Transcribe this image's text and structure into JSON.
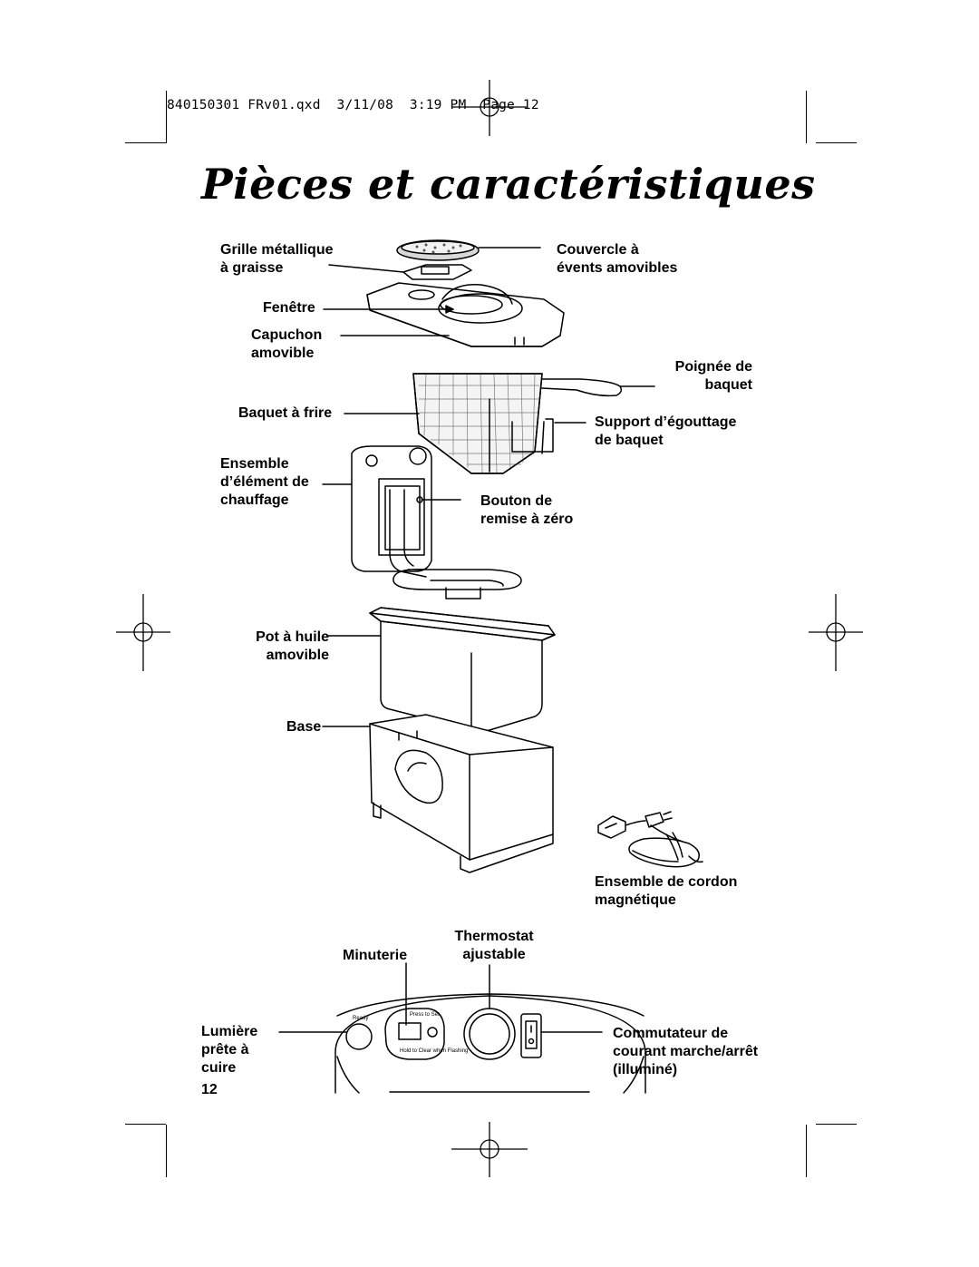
{
  "header": {
    "slug": "840150301 FRv01.qxd  3/11/08  3:19 PM  Page 12"
  },
  "title": "Pièces et caractéristiques",
  "labels": {
    "grille": "Grille métallique\nà graisse",
    "couvercle": "Couvercle à\névents amovibles",
    "fenetre": "Fenêtre",
    "capuchon": "Capuchon\namovible",
    "poignee": "Poignée de\nbaquet",
    "baquet": "Baquet à frire",
    "support": "Support d’égouttage\nde baquet",
    "ensemble": "Ensemble\nd’élément de\nchauffage",
    "bouton": "Bouton de\nremise à zéro",
    "pot": "Pot à huile\namovible",
    "base": "Base",
    "cordon": "Ensemble de cordon\nmagnétique",
    "thermostat": "Thermostat\najustable",
    "minuterie": "Minuterie",
    "lumiere": "Lumière\nprête à\ncuire",
    "commutateur": "Commutateur de\ncourant marche/arrêt\n(illuminé)"
  },
  "panel": {
    "ready": "Ready",
    "press_to_set": "Press to Set",
    "hold_to_clear": "Hold to Clear\nwhen Flashing"
  },
  "page_number": "12"
}
